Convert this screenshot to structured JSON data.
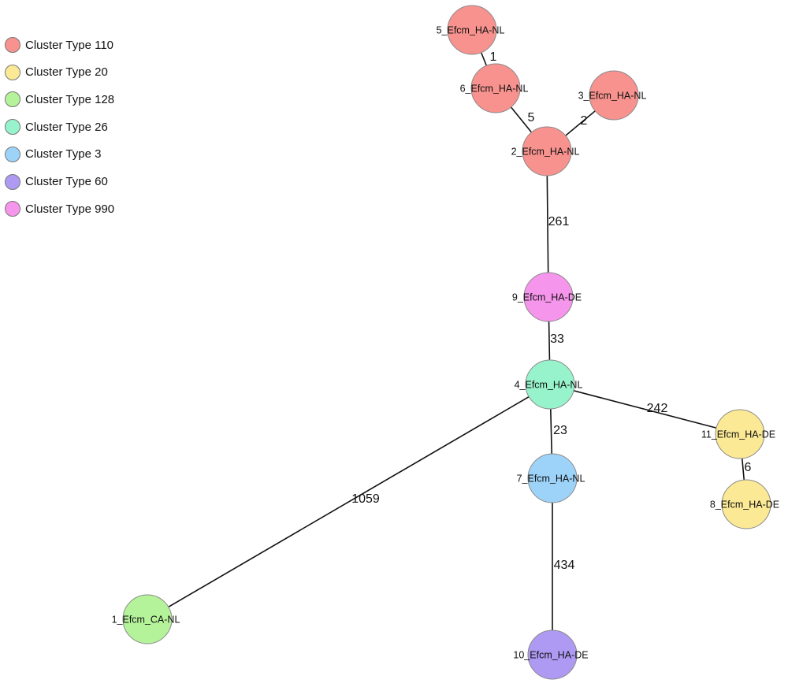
{
  "legend": [
    {
      "label": "Cluster Type 110",
      "color": "#f7928e"
    },
    {
      "label": "Cluster Type 20",
      "color": "#fbe995"
    },
    {
      "label": "Cluster Type 128",
      "color": "#b5f39a"
    },
    {
      "label": "Cluster Type 26",
      "color": "#97f3cb"
    },
    {
      "label": "Cluster Type 3",
      "color": "#9dd3f9"
    },
    {
      "label": "Cluster Type 60",
      "color": "#ae9af2"
    },
    {
      "label": "Cluster Type 990",
      "color": "#f695ec"
    }
  ],
  "nodes": [
    {
      "id": "5",
      "label": "5_Efcm_HA-NL",
      "cluster": "Cluster Type 110"
    },
    {
      "id": "6",
      "label": "6_Efcm_HA-NL",
      "cluster": "Cluster Type 110"
    },
    {
      "id": "3",
      "label": "3_Efcm_HA-NL",
      "cluster": "Cluster Type 110"
    },
    {
      "id": "2",
      "label": "2_Efcm_HA-NL",
      "cluster": "Cluster Type 110"
    },
    {
      "id": "9",
      "label": "9_Efcm_HA-DE",
      "cluster": "Cluster Type 990"
    },
    {
      "id": "4",
      "label": "4_Efcm_HA-NL",
      "cluster": "Cluster Type 26"
    },
    {
      "id": "11",
      "label": "11_Efcm_HA-DE",
      "cluster": "Cluster Type 20"
    },
    {
      "id": "8",
      "label": "8_Efcm_HA-DE",
      "cluster": "Cluster Type 20"
    },
    {
      "id": "7",
      "label": "7_Efcm_HA-NL",
      "cluster": "Cluster Type 3"
    },
    {
      "id": "1",
      "label": "1_Efcm_CA-NL",
      "cluster": "Cluster Type 128"
    },
    {
      "id": "10",
      "label": "10_Efcm_HA-DE",
      "cluster": "Cluster Type 60"
    }
  ],
  "edges": [
    {
      "source": "5",
      "target": "6",
      "weight": "1"
    },
    {
      "source": "6",
      "target": "2",
      "weight": "5"
    },
    {
      "source": "3",
      "target": "2",
      "weight": "2"
    },
    {
      "source": "2",
      "target": "9",
      "weight": "261"
    },
    {
      "source": "9",
      "target": "4",
      "weight": "33"
    },
    {
      "source": "4",
      "target": "11",
      "weight": "242"
    },
    {
      "source": "11",
      "target": "8",
      "weight": "6"
    },
    {
      "source": "4",
      "target": "7",
      "weight": "23"
    },
    {
      "source": "4",
      "target": "1",
      "weight": "1059"
    },
    {
      "source": "7",
      "target": "10",
      "weight": "434"
    }
  ]
}
